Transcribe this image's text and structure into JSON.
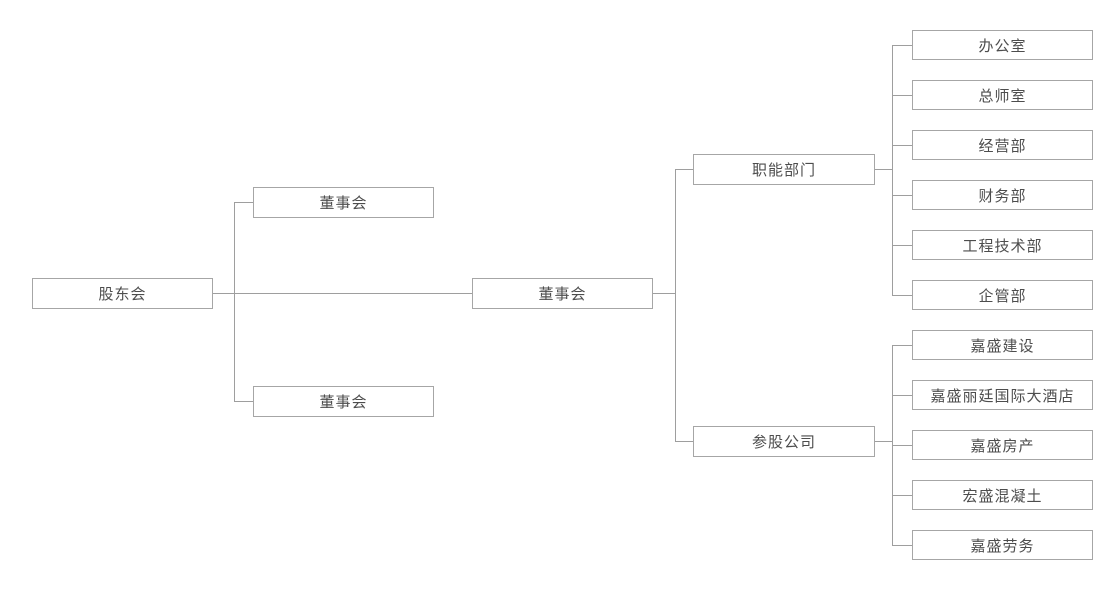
{
  "page": {
    "background_color": "#ffffff"
  },
  "colors": {
    "node_border": "#a6a6a6",
    "connector_line": "#9e9e9e",
    "node_text": "#4d4d4d"
  },
  "org_chart": {
    "root": {
      "label": "股东会"
    },
    "boards": [
      {
        "label": "董事会"
      },
      {
        "label": "董事会"
      },
      {
        "label": "董事会"
      }
    ],
    "groups": [
      {
        "label": "职能部门",
        "children": [
          {
            "label": "办公室"
          },
          {
            "label": "总师室"
          },
          {
            "label": "经营部"
          },
          {
            "label": "财务部"
          },
          {
            "label": "工程技术部"
          },
          {
            "label": "企管部"
          }
        ]
      },
      {
        "label": "参股公司",
        "children": [
          {
            "label": "嘉盛建设"
          },
          {
            "label": "嘉盛丽廷国际大酒店"
          },
          {
            "label": "嘉盛房产"
          },
          {
            "label": "宏盛混凝土"
          },
          {
            "label": "嘉盛劳务"
          }
        ]
      }
    ]
  }
}
